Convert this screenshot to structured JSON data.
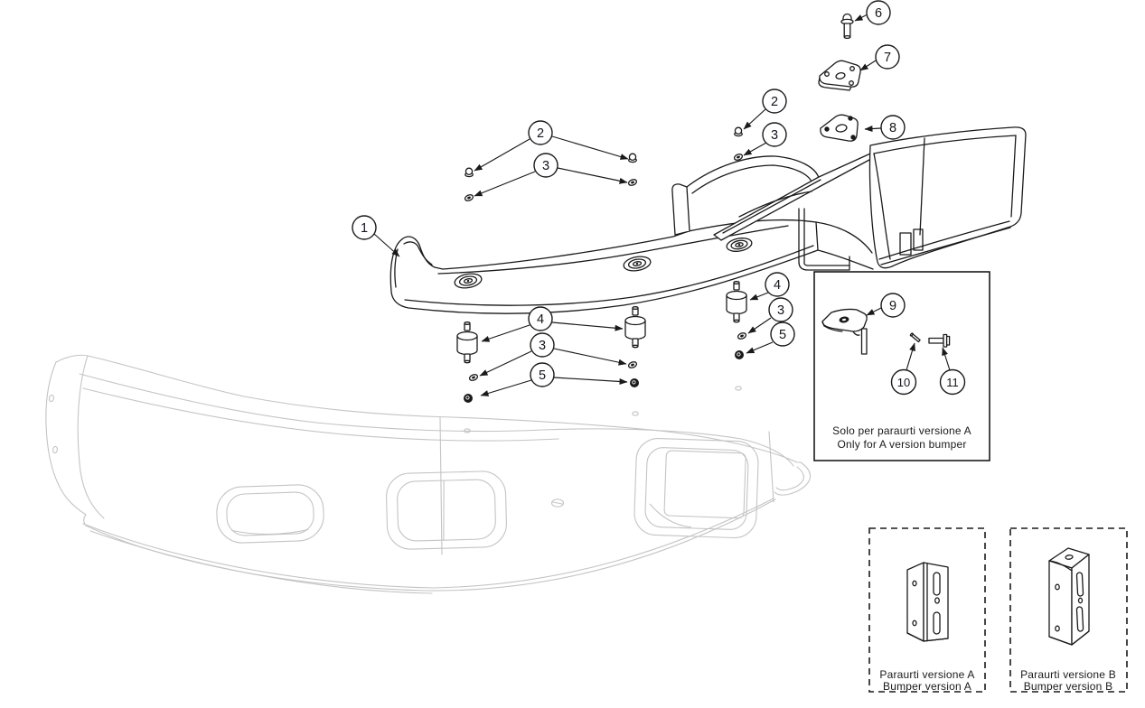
{
  "page": {
    "background": "#ffffff"
  },
  "diagram": {
    "description": "Exploded parts diagram of a front bumper assembly with numbered callouts",
    "callouts": [
      {
        "number": "1"
      },
      {
        "number": "2"
      },
      {
        "number": "3"
      },
      {
        "number": "2"
      },
      {
        "number": "3"
      },
      {
        "number": "6"
      },
      {
        "number": "7"
      },
      {
        "number": "8"
      },
      {
        "number": "4"
      },
      {
        "number": "3"
      },
      {
        "number": "5"
      },
      {
        "number": "4"
      },
      {
        "number": "3"
      },
      {
        "number": "5"
      },
      {
        "number": "9"
      },
      {
        "number": "10"
      },
      {
        "number": "11"
      }
    ],
    "note_box": {
      "line1": "Solo per paraurti versione A",
      "line2": "Only for A version bumper"
    },
    "bumper_version_boxes": [
      {
        "line1": "Paraurti versione A",
        "line2": "Bumper version A"
      },
      {
        "line1": "Paraurti versione B",
        "line2": "Bumper version B"
      }
    ],
    "colors": {
      "line": "#1a1a1a",
      "bumper_line": "#c4c4c4"
    }
  }
}
